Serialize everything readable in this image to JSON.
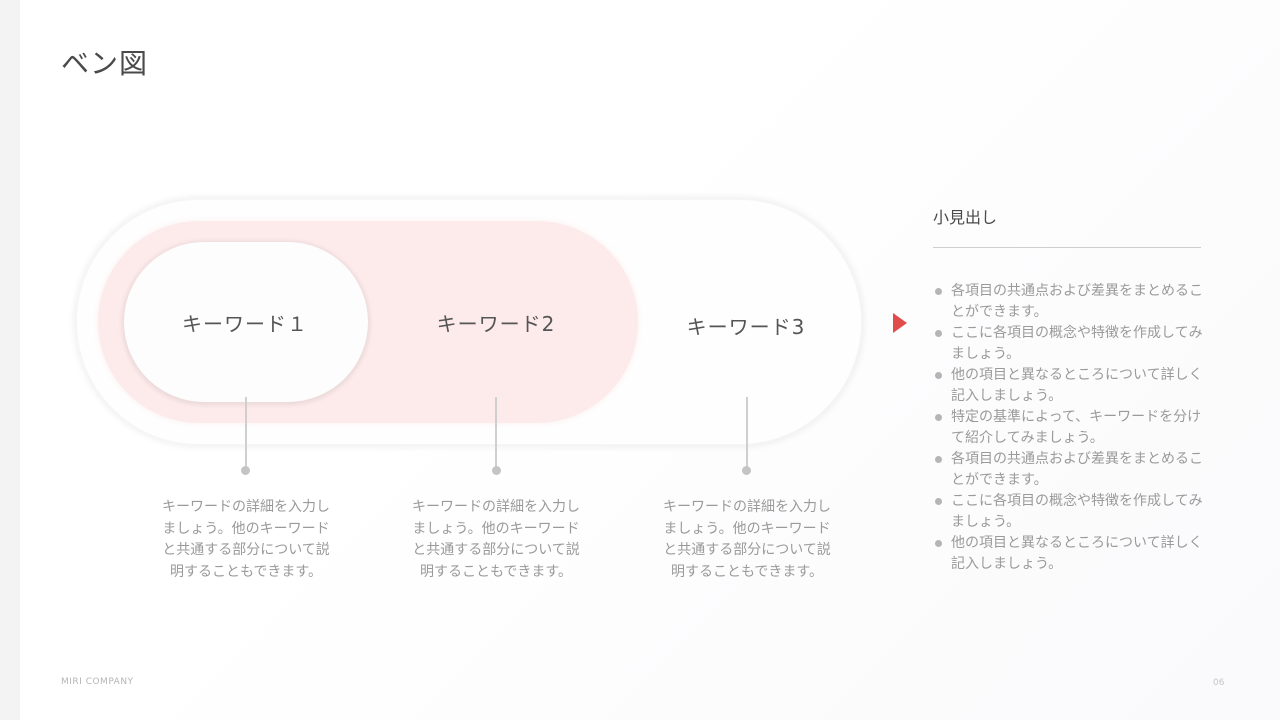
{
  "slide": {
    "title": "ベン図",
    "keywords": [
      "キーワード１",
      "キーワード2",
      "キーワード3"
    ],
    "keyword_descriptions": [
      "キーワードの詳細を入力しましょう。他のキーワードと共通する部分について説明することもできます。",
      "キーワードの詳細を入力しましょう。他のキーワードと共通する部分について説明することもできます。",
      "キーワードの詳細を入力しましょう。他のキーワードと共通する部分について説明することもできます。"
    ],
    "subheading": "小見出し",
    "bullets": [
      "各項目の共通点および差異をまとめることができます。",
      "ここに各項目の概念や特徴を作成してみましょう。",
      "他の項目と異なるところについて詳しく記入しましょう。",
      "特定の基準によって、キーワードを分けて紹介してみましょう。",
      "各項目の共通点および差異をまとめることができます。",
      "ここに各項目の概念や特徴を作成してみましょう。",
      "他の項目と異なるところについて詳しく記入しましょう。"
    ],
    "footer_company": "MIRI COMPANY",
    "page_number": "06",
    "colors": {
      "accent": "#e04b4b",
      "mid_pill": "#fdebeb",
      "text": "#4a4a4a",
      "muted_text": "#9a9a9a"
    }
  }
}
